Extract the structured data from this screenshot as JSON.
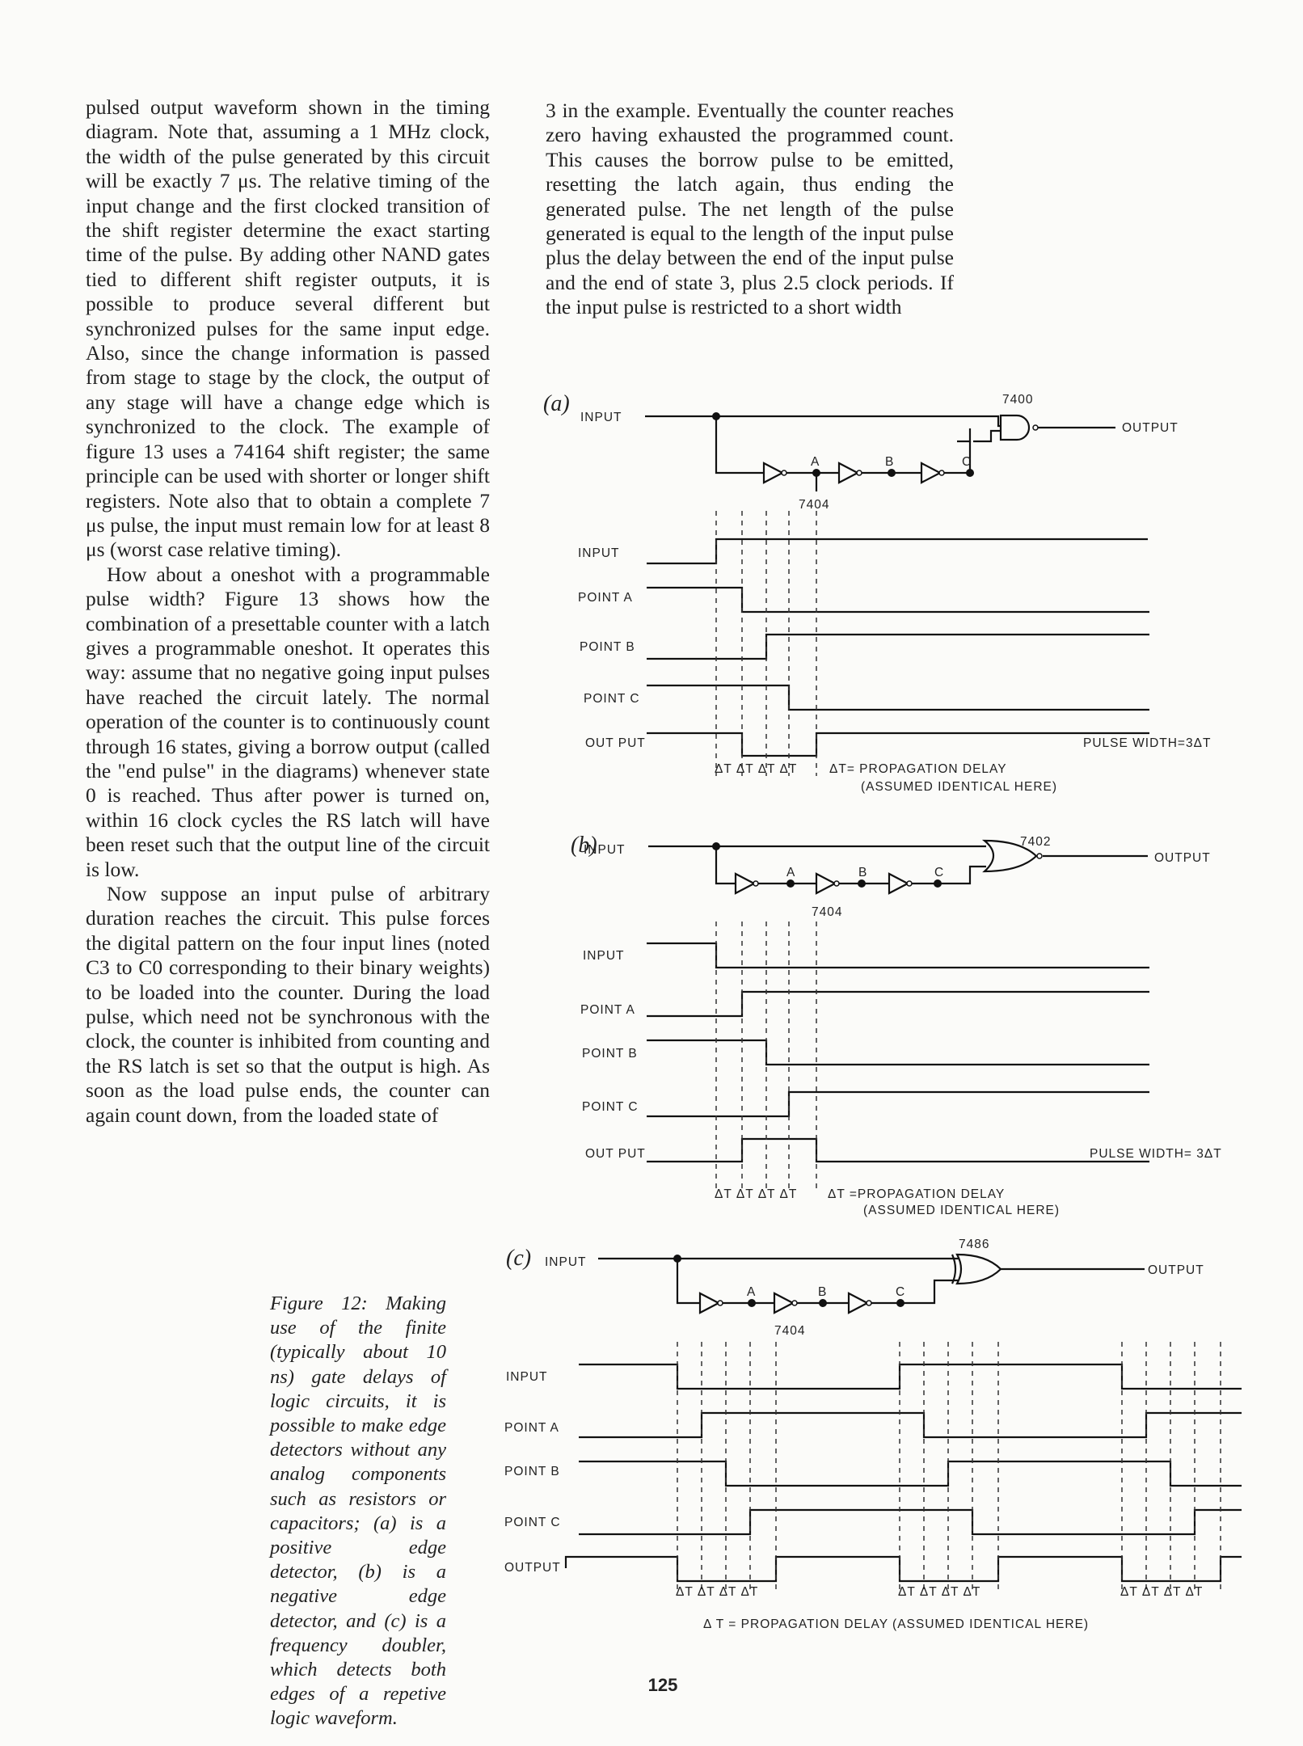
{
  "left_column": {
    "p1": "pulsed output waveform shown in the timing diagram. Note that, assuming a 1 MHz clock, the width of the pulse generated by this circuit will be exactly 7 μs. The relative timing of the input change and the first clocked transition of the shift register determine the exact starting time of the pulse. By adding other NAND gates tied to different shift register outputs, it is possible to produce several different but synchronized pulses for the same input edge. Also, since the change information is passed from stage to stage by the clock, the output of any stage will have a change edge which is synchronized to the clock. The example of figure 13 uses a 74164 shift register; the same principle can be used with shorter or longer shift registers. Note also that to obtain a complete 7 μs pulse, the input must remain low for at least 8 μs (worst case relative timing).",
    "p2": "How about a oneshot with a programmable pulse width? Figure 13 shows how the combination of a presettable counter with a latch gives a programmable oneshot. It operates this way: assume that no negative going input pulses have reached the circuit lately. The normal operation of the counter is to continuously count through 16 states, giving a borrow output (called the \"end pulse\" in the diagrams) whenever state 0 is reached. Thus after power is turned on, within 16 clock cycles the RS latch will have been reset such that the output line of the circuit is low.",
    "p3": "Now suppose an input pulse of arbitrary duration reaches the circuit. This pulse forces the digital pattern on the four input lines (noted C3 to C0 corresponding to their binary weights) to be loaded into the counter. During the load pulse, which need not be synchronous with the clock, the counter is inhibited from counting and the RS latch is set so that the output is high. As soon as the load pulse ends, the counter can again count down, from the loaded state of"
  },
  "right_column": {
    "p1": "3 in the example. Eventually the counter reaches zero having exhausted the programmed count. This causes the borrow pulse to be emitted, resetting the latch again, thus ending the generated pulse. The net length of the pulse generated is equal to the length of the input pulse plus the delay between the end of the input pulse and the end of state 3, plus 2.5 clock periods. If the input pulse is restricted to a short width"
  },
  "caption": "Figure 12: Making use of the finite (typically about 10 ns) gate delays of logic circuits, it is possible to make edge detectors without any analog components such as resistors or capacitors; (a) is a positive edge detector, (b) is a negative edge detector, and (c) is a frequency doubler, which detects both edges of a repetive logic waveform.",
  "page_number": "125",
  "diagrams": {
    "a": {
      "label": "(a)",
      "gate": "7400",
      "inverter_chip": "7404",
      "input_label": "INPUT",
      "output_label": "OUTPUT",
      "node_a": "A",
      "node_b": "B",
      "node_c": "C",
      "signals": [
        "INPUT",
        "POINT A",
        "POINT B",
        "POINT C",
        "OUT PUT"
      ],
      "pulse_width": "PULSE WIDTH=3ΔT",
      "delta_ticks": "ΔT ΔT ΔT ΔT",
      "note_1": "ΔT= PROPAGATION DELAY",
      "note_2": "(ASSUMED IDENTICAL HERE)"
    },
    "b": {
      "label": "(b)",
      "gate": "7402",
      "inverter_chip": "7404",
      "input_label": "INPUT",
      "output_label": "OUTPUT",
      "node_a": "A",
      "node_b": "B",
      "node_c": "C",
      "signals": [
        "INPUT",
        "POINT A",
        "POINT B",
        "POINT C",
        "OUT PUT"
      ],
      "pulse_width": "PULSE WIDTH= 3ΔT",
      "delta_ticks": "ΔT ΔT ΔT ΔT",
      "note_1": "ΔT =PROPAGATION DELAY",
      "note_2": "(ASSUMED IDENTICAL HERE)"
    },
    "c": {
      "label": "(c)",
      "gate": "7486",
      "inverter_chip": "7404",
      "input_label": "INPUT",
      "output_label": "OUTPUT",
      "node_a": "A",
      "node_b": "B",
      "node_c": "C",
      "signals": [
        "INPUT",
        "POINT A",
        "POINT B",
        "POINT C",
        "OUTPUT"
      ],
      "delta_ticks": "ΔT ΔT ΔT ΔT",
      "note": "Δ T = PROPAGATION DELAY (ASSUMED IDENTICAL HERE)"
    }
  }
}
